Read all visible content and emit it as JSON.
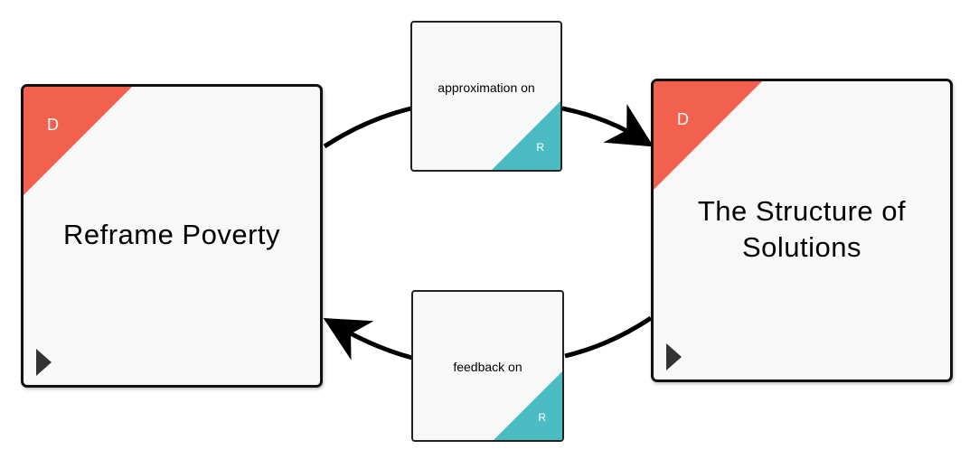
{
  "colors": {
    "description_corner": "#f2604e",
    "relation_corner": "#4bbdc2",
    "border": "#111111",
    "edge": "#000000"
  },
  "nodes": {
    "left": {
      "title": "Reframe Poverty",
      "corner_label": "D"
    },
    "right": {
      "title": "The Structure of Solutions",
      "corner_label": "D"
    }
  },
  "relations": {
    "top": {
      "label": "approximation on",
      "corner_label": "R"
    },
    "bottom": {
      "label": "feedback on",
      "corner_label": "R"
    }
  }
}
